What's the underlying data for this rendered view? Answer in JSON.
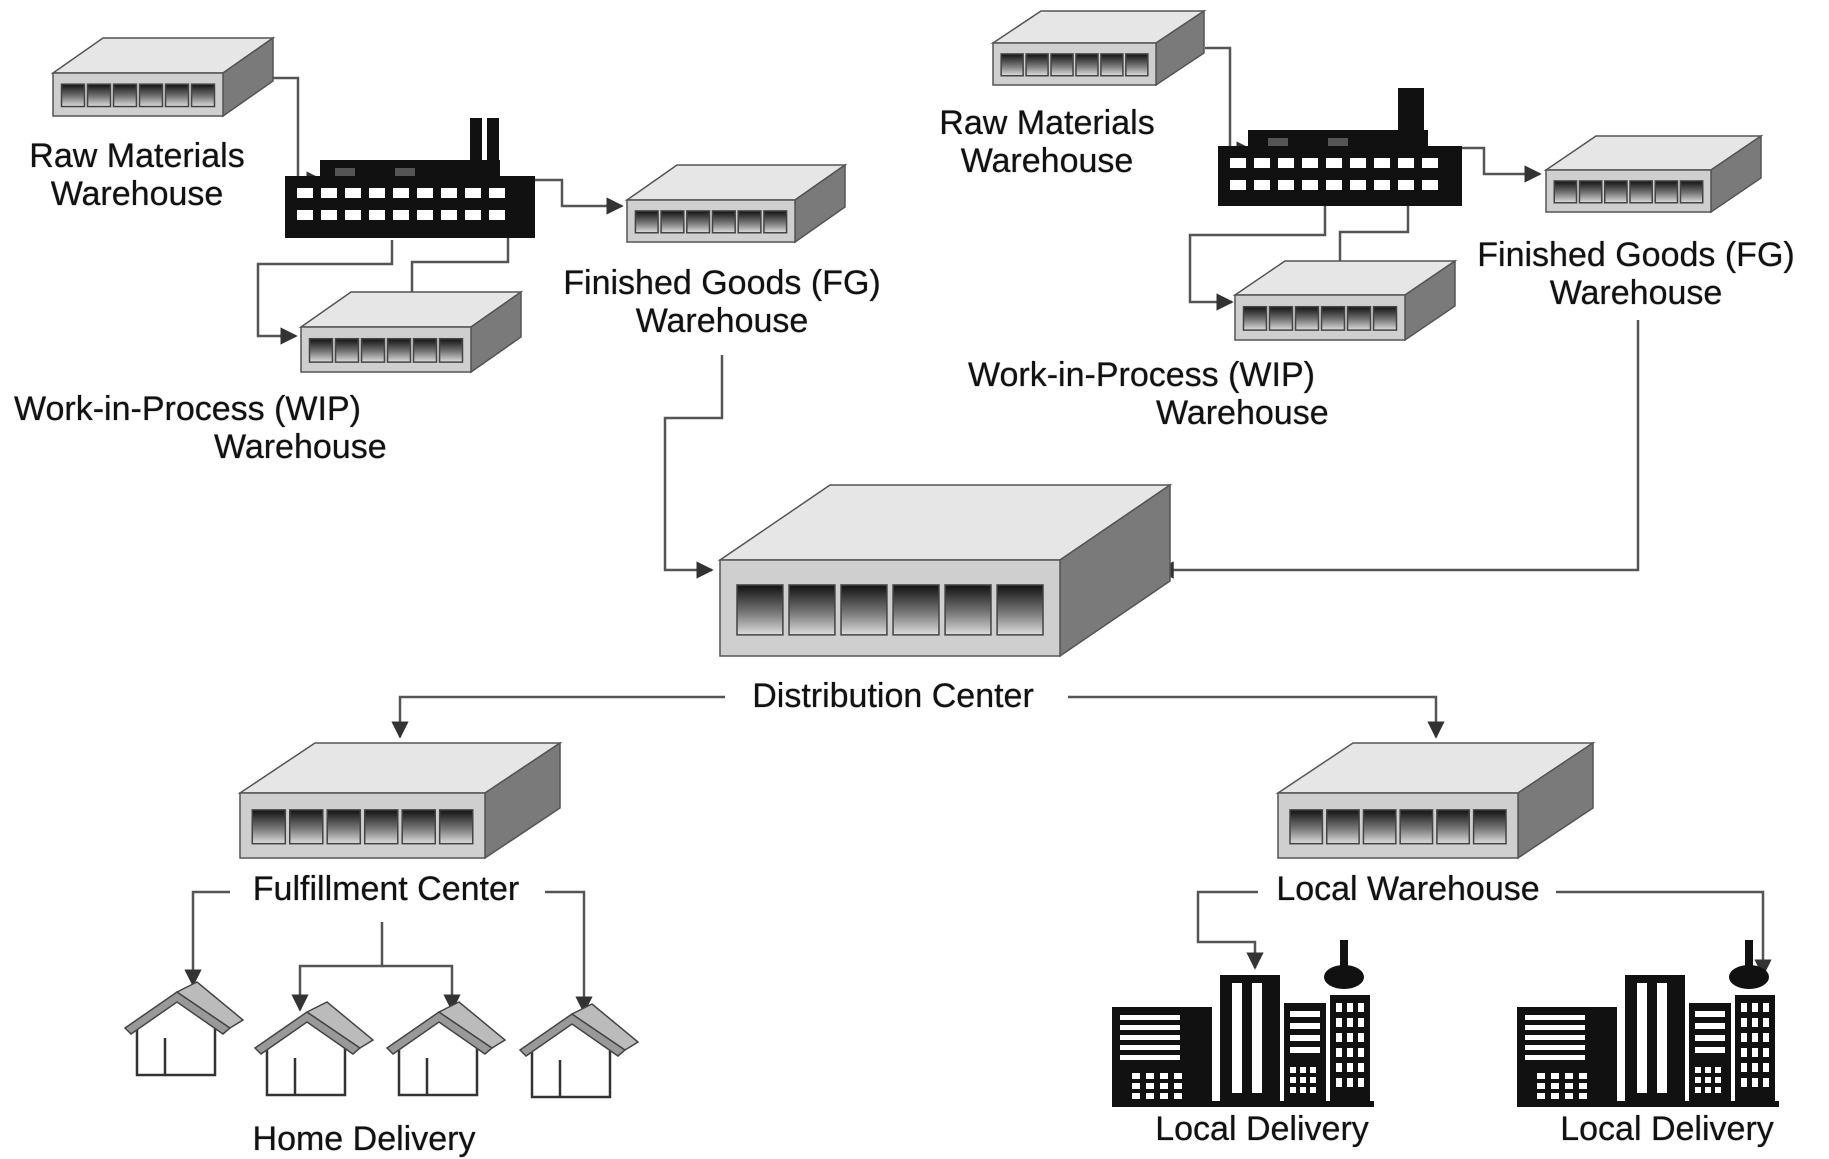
{
  "plants": [
    {
      "raw_materials_label": [
        "Raw Materials",
        "Warehouse"
      ],
      "wip_label": [
        "Work-in-Process (WIP)",
        "Warehouse"
      ],
      "fg_label": [
        "Finished Goods (FG)",
        "Warehouse"
      ]
    },
    {
      "raw_materials_label": [
        "Raw Materials",
        "Warehouse"
      ],
      "wip_label": [
        "Work-in-Process (WIP)",
        "Warehouse"
      ],
      "fg_label": [
        "Finished Goods (FG)",
        "Warehouse"
      ]
    }
  ],
  "distribution_center_label": "Distribution Center",
  "fulfillment_center_label": "Fulfillment Center",
  "local_warehouse_label": "Local Warehouse",
  "home_delivery_label": "Home Delivery",
  "local_delivery_labels": [
    "Local Delivery",
    "Local Delivery"
  ],
  "colors": {
    "warehouse_top": "#e6e6e6",
    "warehouse_front": "#cfcfcf",
    "warehouse_side": "#7a7a7a",
    "connector": "#555555",
    "factory": "#111111"
  }
}
